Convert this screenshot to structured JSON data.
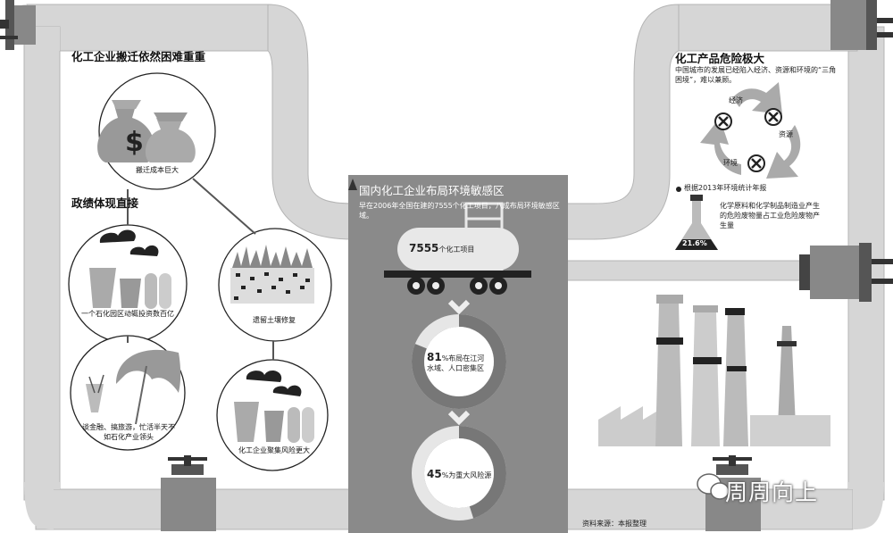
{
  "left": {
    "heading_relocation": "化工企业搬迁依然困难重重",
    "cost_caption": "搬迁成本巨大",
    "heading_performance": "政绩体现直接",
    "petrochem_caption": "一个石化园区动辄投资数百亿",
    "soil_caption": "遗留土壤修复",
    "finance_caption": "谈金融、搞旅游，忙活半天不如石化产业领头",
    "cluster_caption": "化工企业聚集风险更大",
    "dollar_symbol": "$"
  },
  "center": {
    "title": "国内化工企业布局环境敏感区",
    "subtitle": "早在2006年全国在建的7555个化工项目，八成布局环境敏感区域。",
    "projects_number": "7555",
    "projects_unit": "个化工项目",
    "stat1_number": "81",
    "stat1_text": "%布局在江河水域、人口密集区",
    "stat2_number": "45",
    "stat2_text": "%为重大风险源",
    "stat1_percent": 81,
    "stat2_percent": 45
  },
  "right": {
    "heading": "化工产品危险极大",
    "description": "中国城市的发展已经陷入经济、资源和环境的“三角困境”，难以兼顾。",
    "cycle_economy": "经济",
    "cycle_resources": "资源",
    "cycle_environment": "环境",
    "source_note": "根据2013年环境统计年报",
    "waste_text": "化学原料和化学制品制造业产生的危险废物量占工业危险废物产生量",
    "waste_percent_label": "21.6%",
    "waste_percent": 21.6
  },
  "footer": {
    "source": "资料来源：本报整理",
    "watermark": "周周向上"
  },
  "colors": {
    "pipe": "#d4d4d4",
    "panel": "#8c8c8c",
    "dark": "#222222",
    "donut_track": "#e6e6e6",
    "donut_fill": "#777777"
  }
}
